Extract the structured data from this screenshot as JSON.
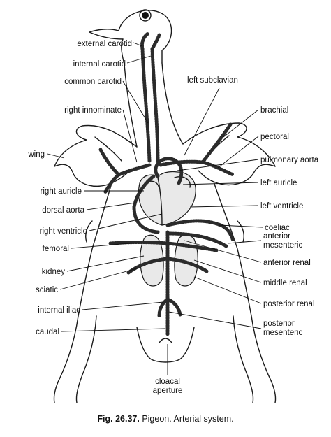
{
  "figure": {
    "caption_number": "Fig. 26.37.",
    "caption_text": "Pigeon. Arterial system."
  },
  "labels_left": [
    {
      "key": "external_carotid",
      "text": "external carotid"
    },
    {
      "key": "internal_carotid",
      "text": "internal carotid"
    },
    {
      "key": "common_carotid",
      "text": "common carotid"
    },
    {
      "key": "right_innominate",
      "text": "right innominate"
    },
    {
      "key": "wing",
      "text": "wing"
    },
    {
      "key": "right_auricle",
      "text": "right auricle"
    },
    {
      "key": "dorsal_aorta",
      "text": "dorsal aorta"
    },
    {
      "key": "right_ventricle",
      "text": "right ventricle"
    },
    {
      "key": "femoral",
      "text": "femoral"
    },
    {
      "key": "kidney",
      "text": "kidney"
    },
    {
      "key": "sciatic",
      "text": "sciatic"
    },
    {
      "key": "internal_iliac",
      "text": "internal iliac"
    },
    {
      "key": "caudal",
      "text": "caudal"
    }
  ],
  "labels_right": [
    {
      "key": "left_subclavian",
      "text": "left subclavian"
    },
    {
      "key": "brachial",
      "text": "brachial"
    },
    {
      "key": "pectoral",
      "text": "pectoral"
    },
    {
      "key": "pulmonary_aorta",
      "text": "pulmonary aorta"
    },
    {
      "key": "left_auricle",
      "text": "left auricle"
    },
    {
      "key": "left_ventricle",
      "text": "left ventricle"
    },
    {
      "key": "coeliac",
      "text": "coeliac"
    },
    {
      "key": "anterior_mesenteric_1",
      "text": "anterior"
    },
    {
      "key": "anterior_mesenteric_2",
      "text": "mesenteric"
    },
    {
      "key": "anterior_renal",
      "text": "anterior renal"
    },
    {
      "key": "middle_renal",
      "text": "middle renal"
    },
    {
      "key": "posterior_renal",
      "text": "posterior renal"
    },
    {
      "key": "posterior_mesenteric_1",
      "text": "posterior"
    },
    {
      "key": "posterior_mesenteric_2",
      "text": "mesenteric"
    }
  ],
  "labels_bottom": [
    {
      "key": "cloacal_1",
      "text": "cloacal"
    },
    {
      "key": "cloacal_2",
      "text": "aperture"
    }
  ]
}
